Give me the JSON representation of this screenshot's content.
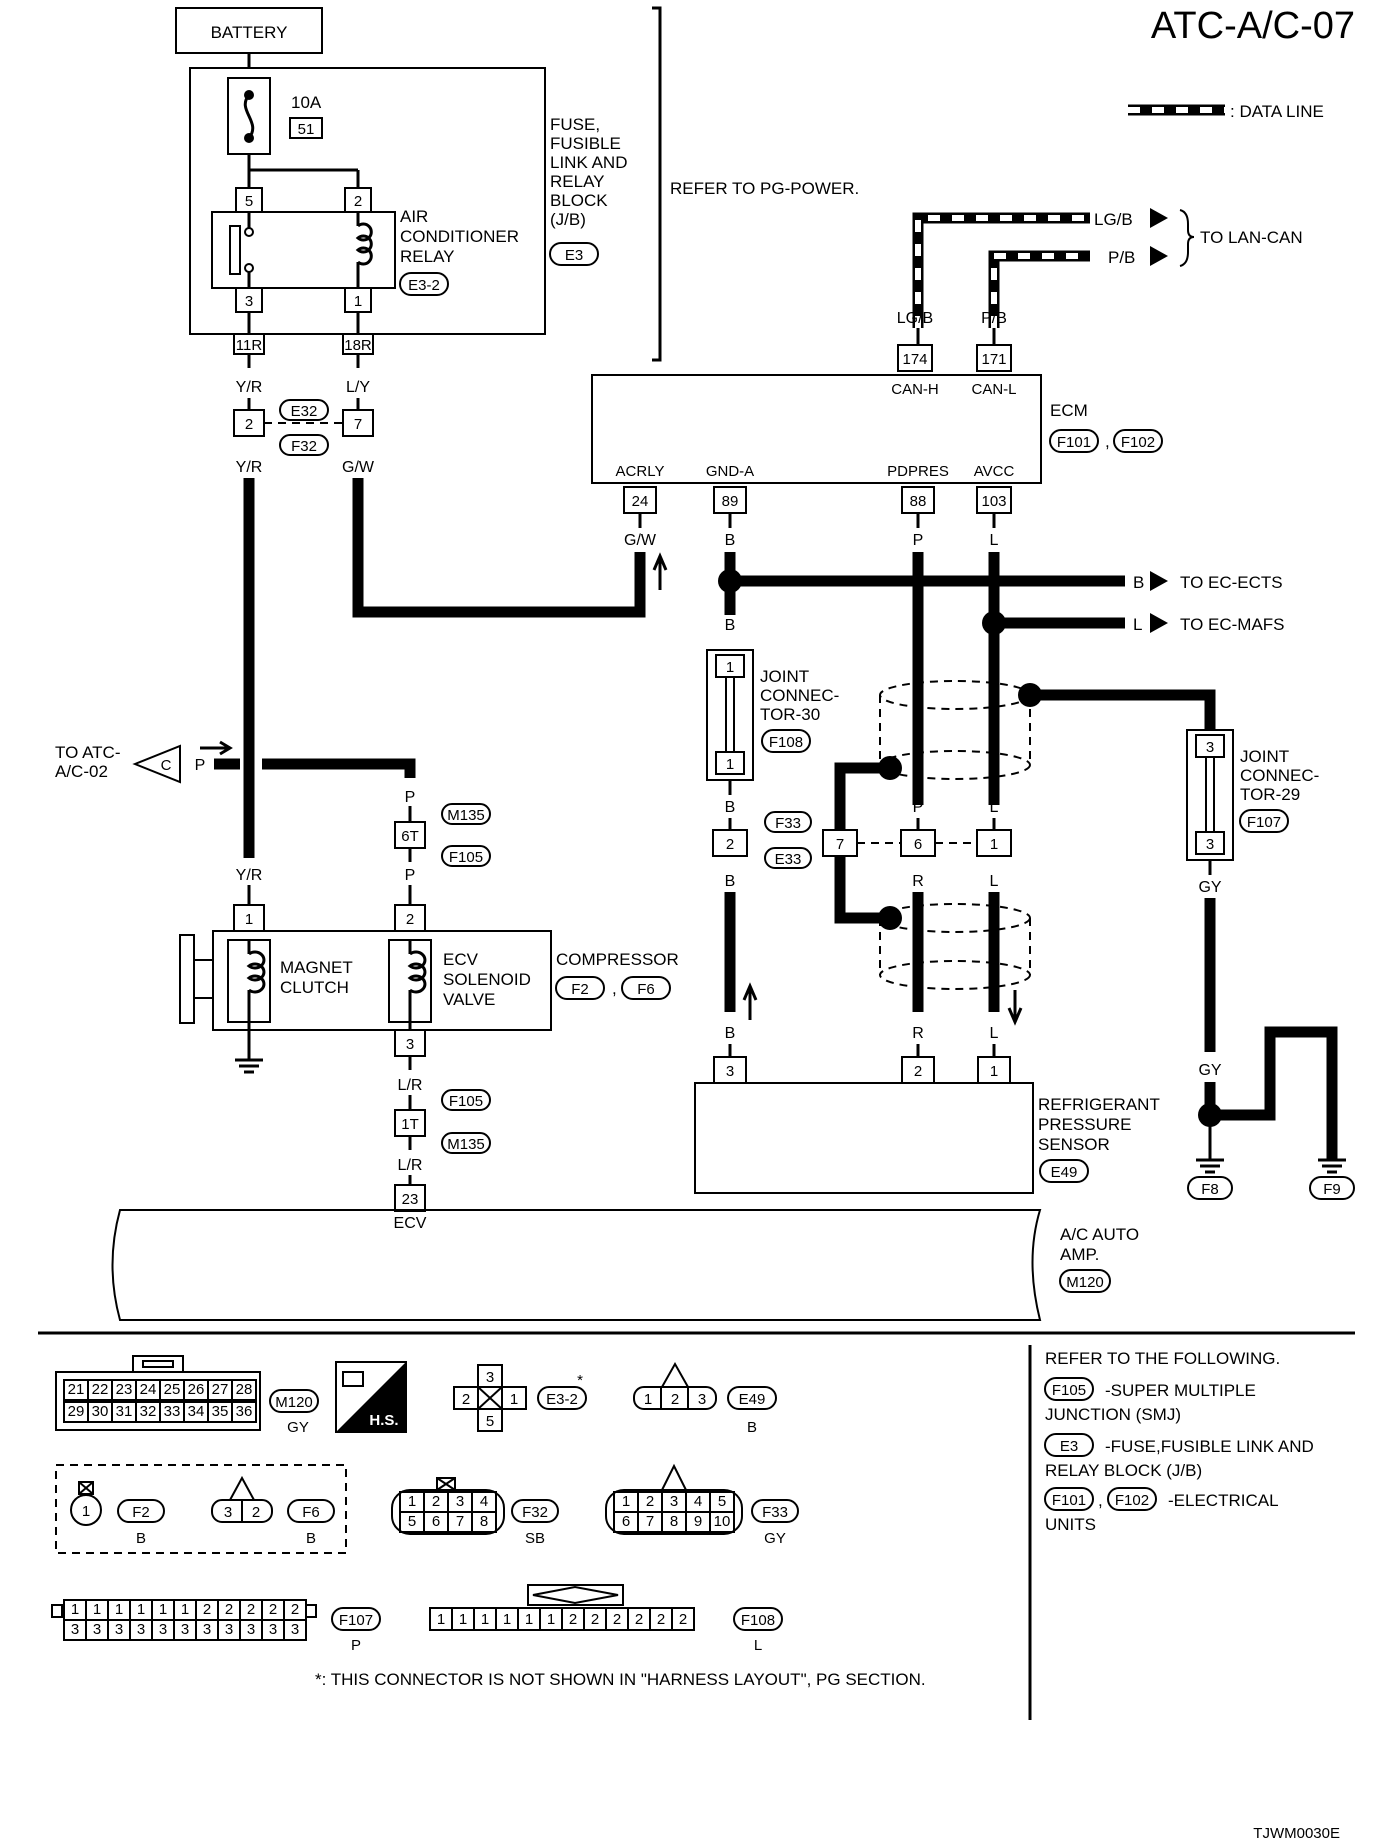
{
  "header": {
    "page_code": "ATC-A/C-07"
  },
  "legend": {
    "data_line": ": DATA LINE"
  },
  "battery": {
    "label": "BATTERY"
  },
  "fuse": {
    "rating": "10A",
    "number": "51"
  },
  "jb": {
    "lines": [
      "FUSE,",
      "FUSIBLE",
      "LINK AND",
      "RELAY",
      "BLOCK",
      "(J/B)"
    ],
    "connector": "E3",
    "refer": "REFER TO PG-POWER."
  },
  "ac_relay": {
    "lines": [
      "AIR",
      "CONDITIONER",
      "RELAY"
    ],
    "connector": "E3-2",
    "pins": {
      "p5": "5",
      "p2": "2",
      "p3": "3",
      "p1": "1",
      "p11r": "11R",
      "p18r": "18R"
    }
  },
  "wires": {
    "yr": "Y/R",
    "ly": "L/Y",
    "gw": "G/W",
    "lgb": "LG/B",
    "pb": "P/B",
    "b": "B",
    "p": "P",
    "l": "L",
    "r": "R",
    "gy": "GY",
    "lr": "L/R"
  },
  "e32_f32": {
    "pin2": "2",
    "pin7": "7",
    "c1": "E32",
    "c2": "F32"
  },
  "ecm": {
    "label": "ECM",
    "connectors": [
      "F101",
      "F102"
    ],
    "terms": {
      "can_h": "CAN-H",
      "can_l": "CAN-L",
      "acrly": "ACRLY",
      "gnd_a": "GND-A",
      "pdpres": "PDPRES",
      "avcc": "AVCC"
    },
    "pins": {
      "p174": "174",
      "p171": "171",
      "p24": "24",
      "p89": "89",
      "p88": "88",
      "p103": "103"
    }
  },
  "destinations": {
    "lan_can": "TO LAN-CAN",
    "ec_ects": "TO EC-ECTS",
    "ec_mafs": "TO EC-MAFS",
    "atc": [
      "TO ATC-",
      "A/C-02"
    ],
    "atc_connector": "C"
  },
  "joint30": {
    "lines": [
      "JOINT",
      "CONNEC-",
      "TOR-30"
    ],
    "connector": "F108",
    "pins": [
      "1",
      "1"
    ]
  },
  "joint29": {
    "lines": [
      "JOINT",
      "CONNEC-",
      "TOR-29"
    ],
    "connector": "F107",
    "pins": [
      "3",
      "3"
    ]
  },
  "f33_e33": {
    "c1": "F33",
    "c2": "E33",
    "pins": [
      "2",
      "7",
      "6",
      "1"
    ]
  },
  "m135_f105": {
    "c1": "M135",
    "c2": "F105",
    "pin_6t": "6T",
    "pin_1t": "1T"
  },
  "compressor": {
    "label": "COMPRESSOR",
    "connectors": [
      "F2",
      "F6"
    ],
    "magnet": [
      "MAGNET",
      "CLUTCH"
    ],
    "ecv": [
      "ECV",
      "SOLENOID",
      "VALVE"
    ],
    "pins": [
      "1",
      "2",
      "3"
    ]
  },
  "sensor": {
    "lines": [
      "REFRIGERANT",
      "PRESSURE",
      "SENSOR"
    ],
    "connector": "E49",
    "pins": [
      "3",
      "2",
      "1"
    ]
  },
  "grounds": [
    "F8",
    "F9"
  ],
  "amp": {
    "lines": [
      "A/C AUTO",
      "AMP."
    ],
    "connector": "M120",
    "pin": "23",
    "term": "ECV"
  },
  "connector_views": {
    "m120": {
      "row1": [
        "21",
        "22",
        "23",
        "24",
        "25",
        "26",
        "27",
        "28"
      ],
      "row2": [
        "29",
        "30",
        "31",
        "32",
        "33",
        "34",
        "35",
        "36"
      ],
      "id": "M120",
      "color": "GY"
    },
    "hs": "H.S.",
    "e3_2": {
      "pins": [
        "3",
        "2",
        "1",
        "5"
      ],
      "id": "E3-2",
      "star": "*"
    },
    "e49": {
      "pins": [
        "1",
        "2",
        "3"
      ],
      "id": "E49",
      "color": "B"
    },
    "f2": {
      "pin": "1",
      "id": "F2",
      "color": "B"
    },
    "f6": {
      "pins": [
        "3",
        "2"
      ],
      "id": "F6",
      "color": "B"
    },
    "f32": {
      "row1": [
        "1",
        "2",
        "3",
        "4"
      ],
      "row2": [
        "5",
        "6",
        "7",
        "8"
      ],
      "id": "F32",
      "color": "SB"
    },
    "f33": {
      "row1": [
        "1",
        "2",
        "3",
        "4",
        "5"
      ],
      "row2": [
        "6",
        "7",
        "8",
        "9",
        "10"
      ],
      "id": "F33",
      "color": "GY"
    },
    "f107": {
      "row1": [
        "1",
        "1",
        "1",
        "1",
        "1",
        "1",
        "2",
        "2",
        "2",
        "2",
        "2"
      ],
      "row2": [
        "3",
        "3",
        "3",
        "3",
        "3",
        "3",
        "3",
        "3",
        "3",
        "3",
        "3"
      ],
      "id": "F107",
      "color": "P"
    },
    "f108": {
      "row1": [
        "1",
        "1",
        "1",
        "1",
        "1",
        "1",
        "2",
        "2",
        "2",
        "2",
        "2",
        "2"
      ],
      "id": "F108",
      "color": "L"
    }
  },
  "refer_box": {
    "title": "REFER TO THE FOLLOWING.",
    "f105": {
      "id": "F105",
      "text": "-SUPER MULTIPLE",
      "text2": "JUNCTION (SMJ)"
    },
    "e3": {
      "id": "E3",
      "text": "-FUSE,FUSIBLE LINK AND",
      "text2": "RELAY BLOCK (J/B)"
    },
    "ecu": {
      "id1": "F101",
      "id2": "F102",
      "text": "-ELECTRICAL",
      "text2": "UNITS"
    }
  },
  "footnote": "*: THIS CONNECTOR IS NOT SHOWN IN \"HARNESS LAYOUT\", PG SECTION.",
  "drawing_code": "TJWM0030E"
}
